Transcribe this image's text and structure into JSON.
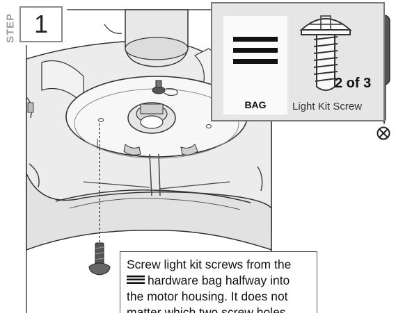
{
  "step": {
    "label": "STEP",
    "number": "1"
  },
  "inset": {
    "bag_label": "BAG",
    "quantity": "2 of 3",
    "part_name": "Light Kit Screw"
  },
  "caption": {
    "line1": "Screw light kit screws from the",
    "line2": "hardware bag halfway into",
    "line3": "the motor housing. It does not",
    "line4": "matter which two screw holes"
  },
  "icons": {
    "bag": "three-bar-bag-icon",
    "screw": "pan-head-screw-icon",
    "screwdriver": "phillips-screwdriver-icon",
    "phillips_tip": "phillips-tip-icon"
  }
}
